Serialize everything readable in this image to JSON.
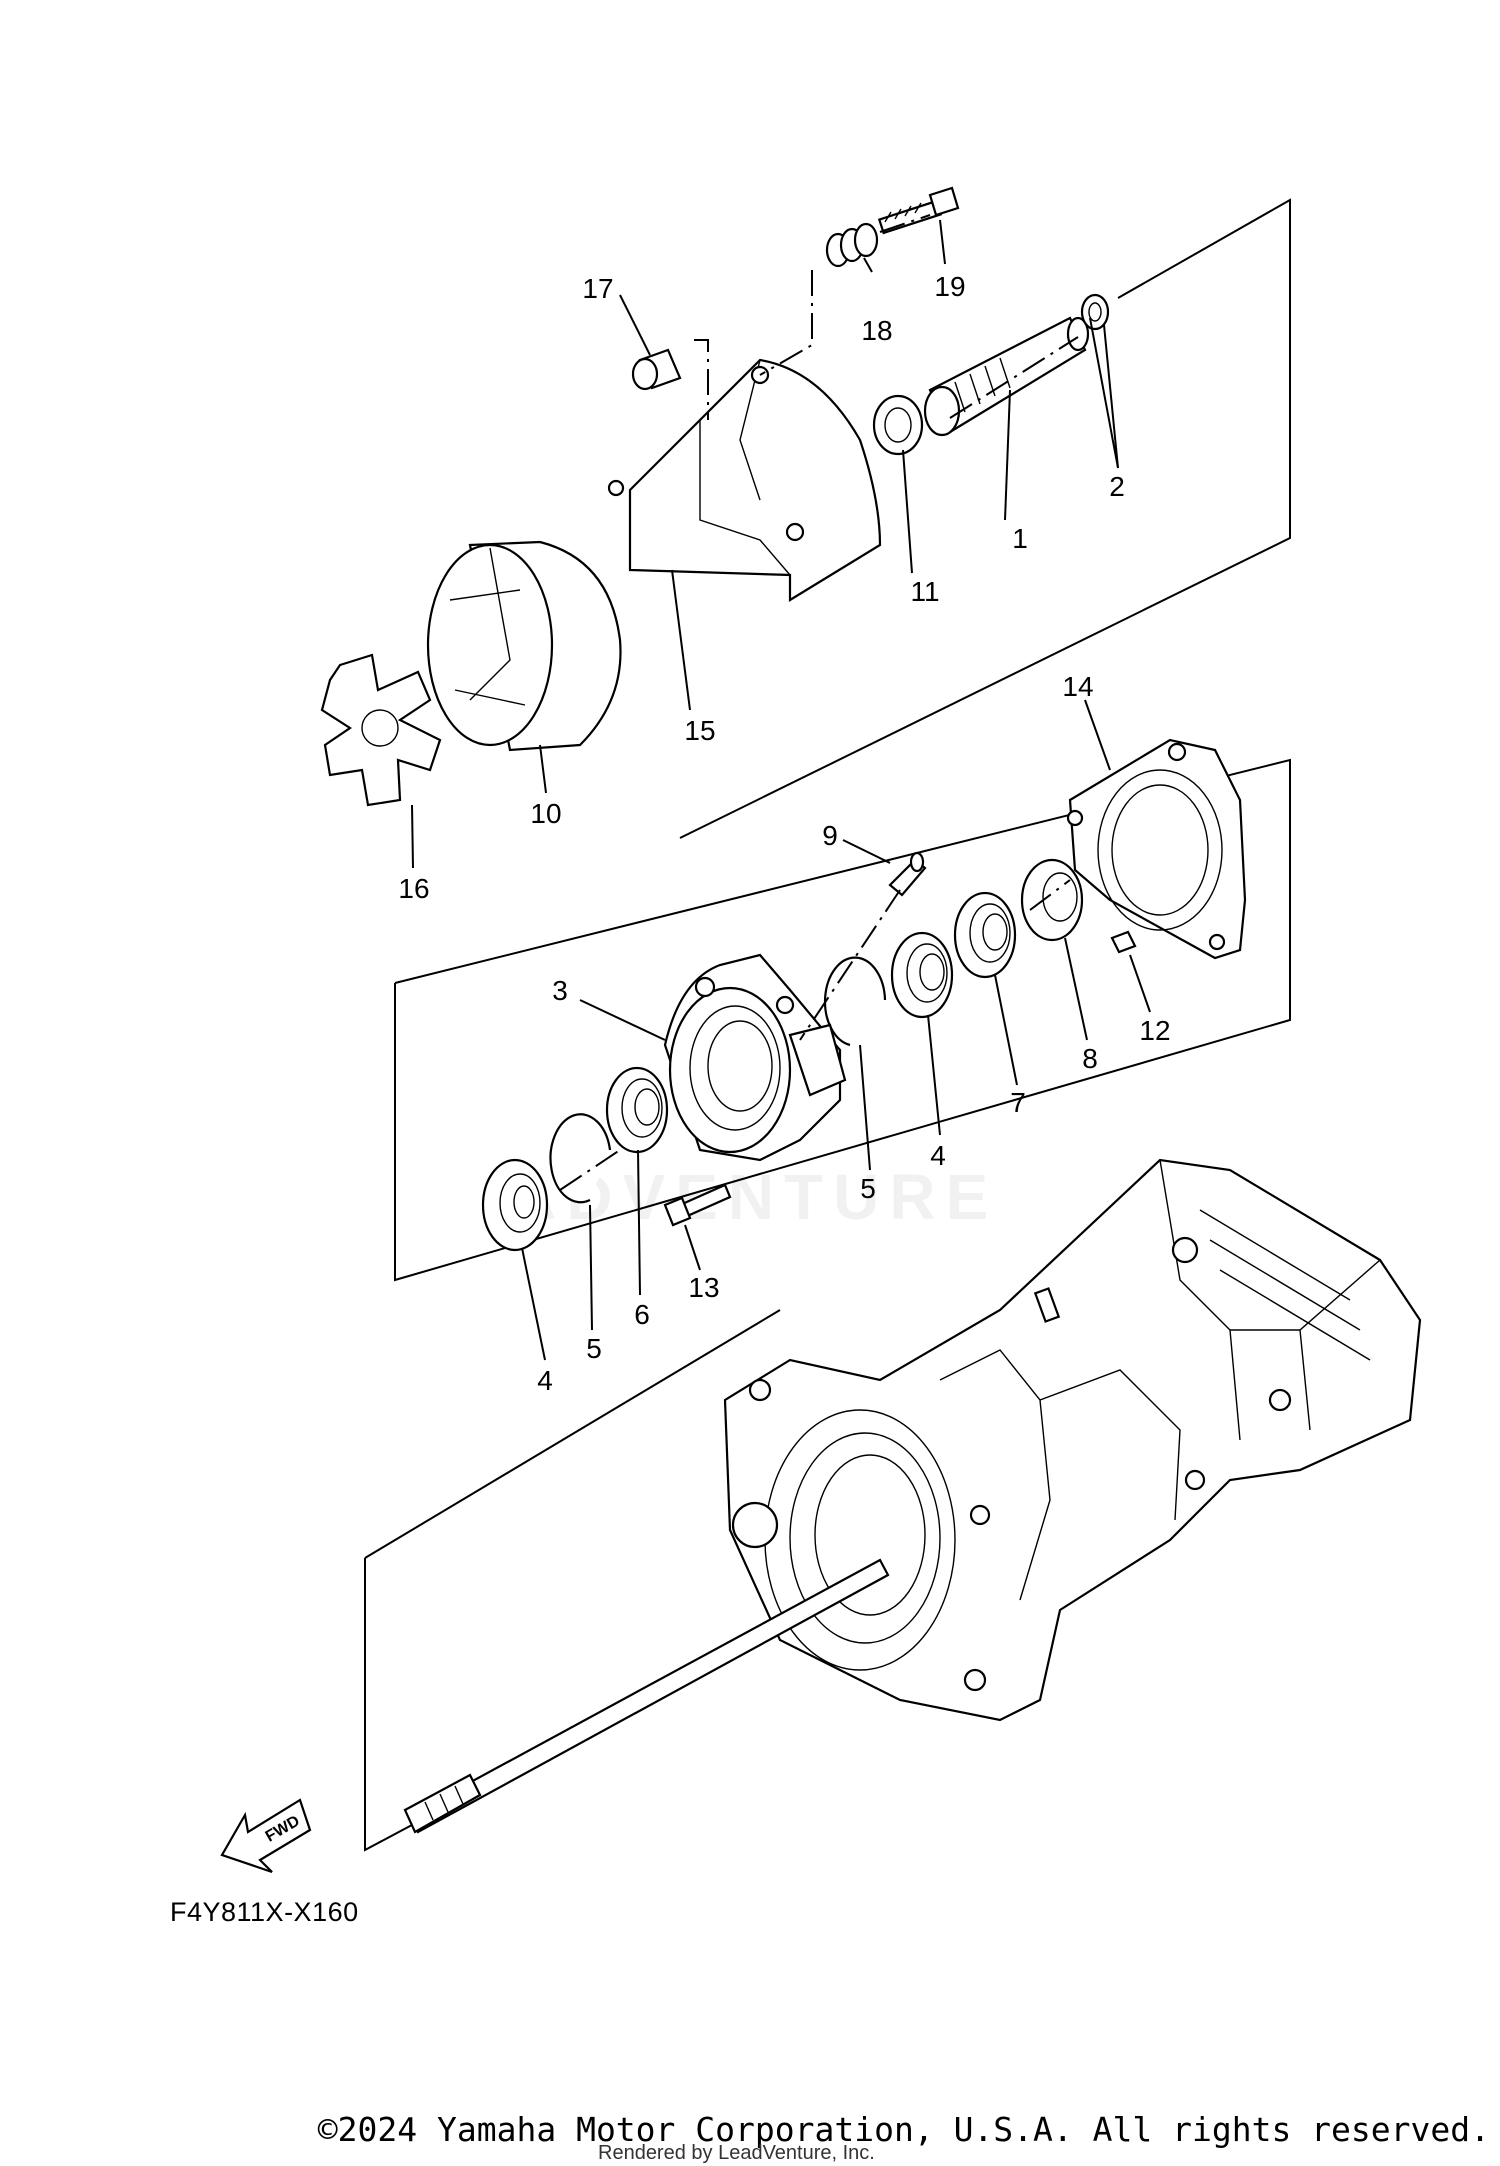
{
  "diagram": {
    "code": "F4Y811X-X160",
    "direction_badge": "FWD",
    "watermark": "ADVENTURE",
    "copyright": "©2024 Yamaha Motor Corporation, U.S.A. All rights reserved.",
    "rendered_by": "Rendered by LeadVenture, Inc."
  },
  "callouts": [
    {
      "id": "1",
      "text": "1"
    },
    {
      "id": "2",
      "text": "2"
    },
    {
      "id": "3",
      "text": "3"
    },
    {
      "id": "4a",
      "text": "4"
    },
    {
      "id": "4b",
      "text": "4"
    },
    {
      "id": "5a",
      "text": "5"
    },
    {
      "id": "5b",
      "text": "5"
    },
    {
      "id": "6",
      "text": "6"
    },
    {
      "id": "7",
      "text": "7"
    },
    {
      "id": "8",
      "text": "8"
    },
    {
      "id": "9",
      "text": "9"
    },
    {
      "id": "10",
      "text": "10"
    },
    {
      "id": "11",
      "text": "11"
    },
    {
      "id": "12",
      "text": "12"
    },
    {
      "id": "13",
      "text": "13"
    },
    {
      "id": "14",
      "text": "14"
    },
    {
      "id": "15",
      "text": "15"
    },
    {
      "id": "16",
      "text": "16"
    },
    {
      "id": "17",
      "text": "17"
    },
    {
      "id": "18",
      "text": "18"
    },
    {
      "id": "19",
      "text": "19"
    }
  ]
}
